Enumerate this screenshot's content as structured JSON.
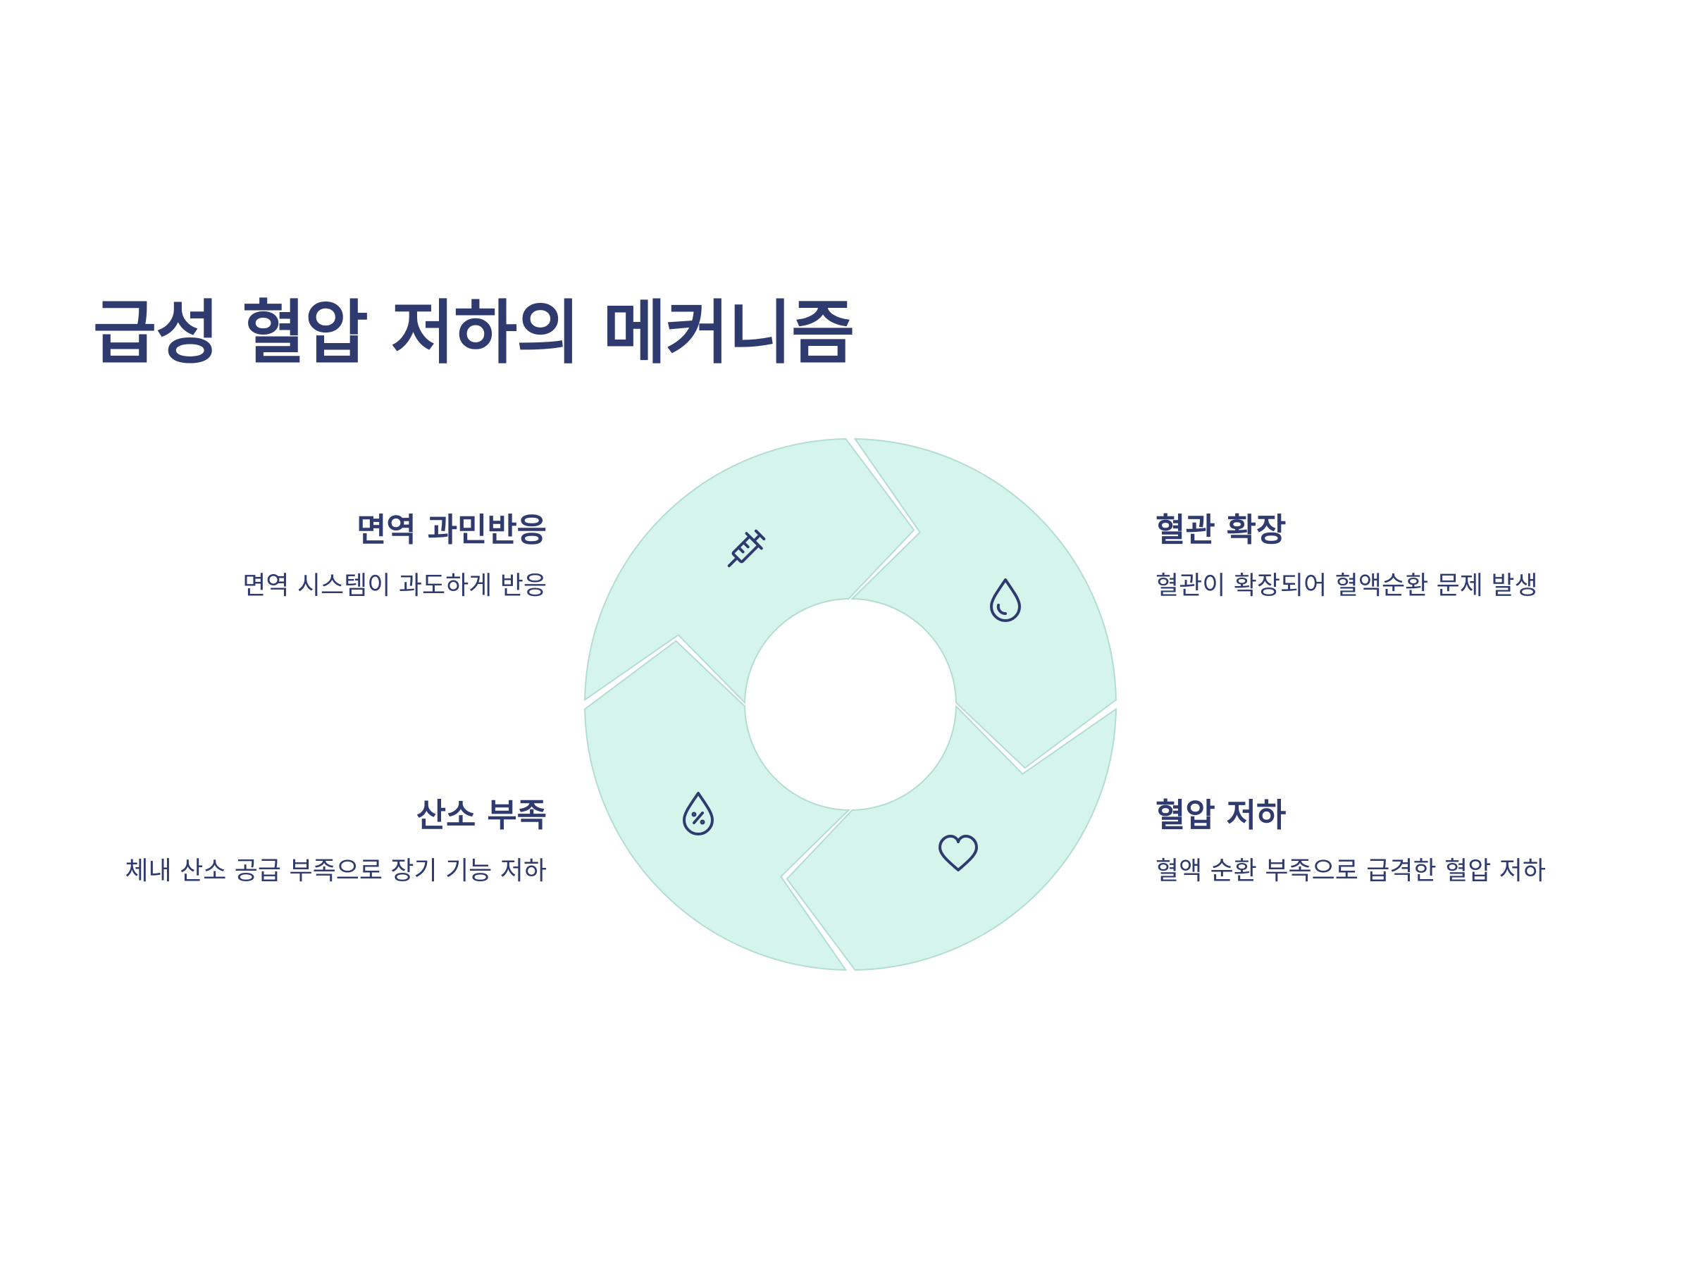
{
  "title": "급성 혈압 저하의 메커니즘",
  "colors": {
    "primary": "#2f3b6e",
    "segment_fill": "#d5f4ec",
    "segment_stroke": "#b4ddd2",
    "background": "#ffffff"
  },
  "segments": [
    {
      "id": "immune",
      "heading": "면역 과민반응",
      "description": "면역 시스템이 과도하게 반응",
      "icon": "syringe-icon"
    },
    {
      "id": "vasodilation",
      "heading": "혈관 확장",
      "description": "혈관이 확장되어 혈액순환 문제 발생",
      "icon": "droplet-icon"
    },
    {
      "id": "hypotension",
      "heading": "혈압 저하",
      "description": "혈액 순환 부족으로 급격한 혈압 저하",
      "icon": "heart-icon"
    },
    {
      "id": "hypoxia",
      "heading": "산소 부족",
      "description": "체내 산소 공급 부족으로 장기 기능 저하",
      "icon": "percent-droplet-icon"
    }
  ]
}
